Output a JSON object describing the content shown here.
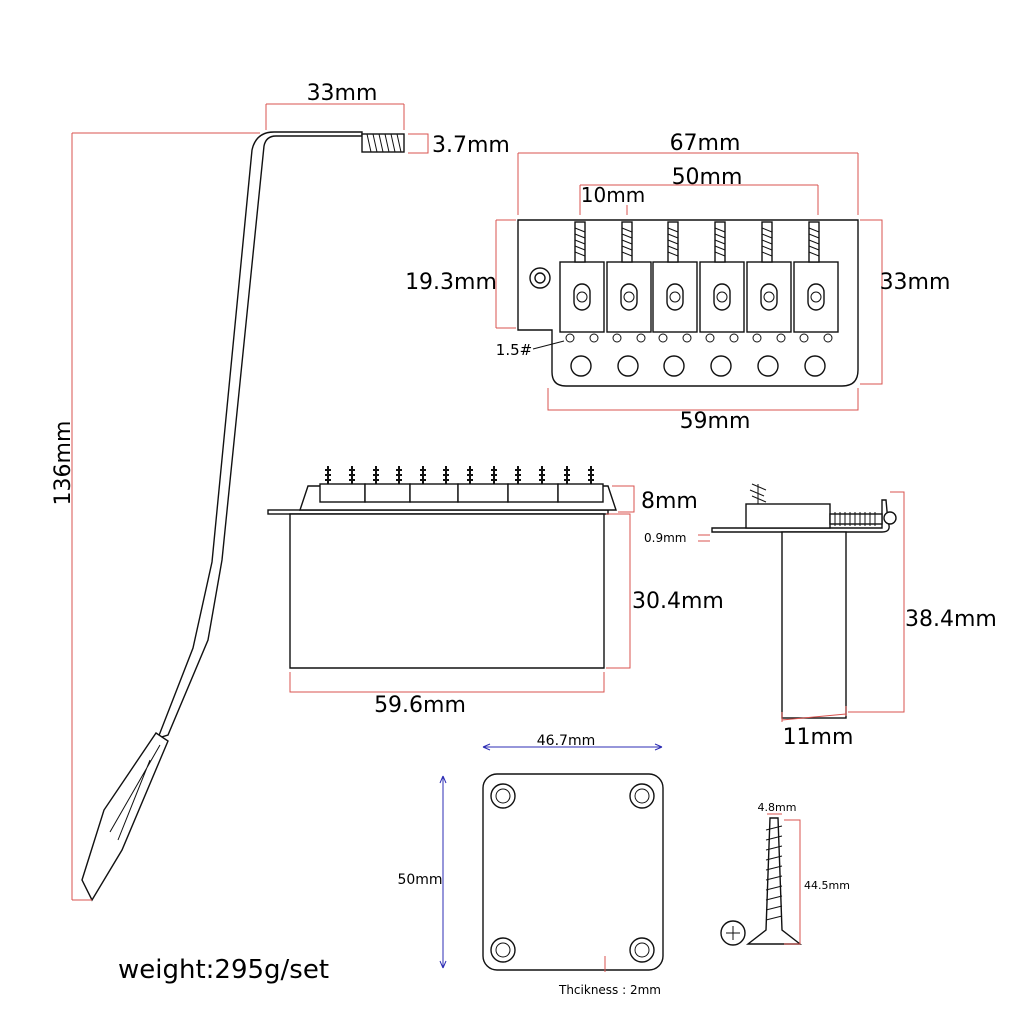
{
  "arm": {
    "length": "136mm",
    "bend_width": "33mm",
    "thread_dia": "3.7mm"
  },
  "top_view": {
    "total_width": "67mm",
    "string_spacing": "50mm",
    "saddle_spacing": "10mm",
    "height_left": "19.3mm",
    "height_right": "33mm",
    "base_width": "59mm",
    "wrench_label": "1.5#"
  },
  "front_view": {
    "saddle_height": "8mm",
    "block_height": "30.4mm",
    "block_width": "59.6mm"
  },
  "side_view": {
    "plate_thickness": "0.9mm",
    "total_height": "38.4mm",
    "block_depth": "11mm"
  },
  "neck_plate": {
    "width": "46.7mm",
    "height": "50mm",
    "thickness": "Thcikness : 2mm"
  },
  "screw": {
    "diameter": "4.8mm",
    "length": "44.5mm"
  },
  "footer": {
    "weight": "weight:295g/set"
  }
}
